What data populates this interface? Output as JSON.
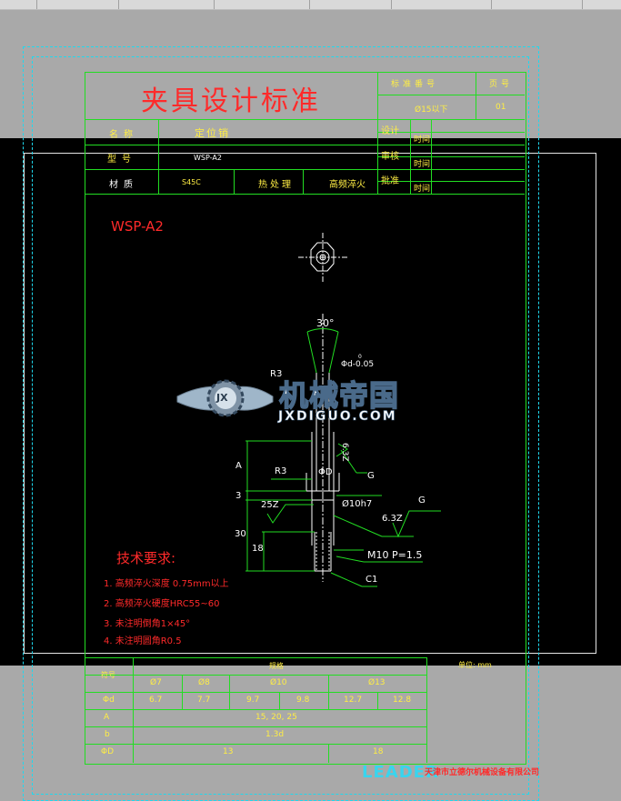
{
  "title": "夹具设计标准",
  "header": {
    "col1_label": "标准番号",
    "col2_label": "页号",
    "std_no": "Ø15以下",
    "page_no": "01",
    "name_label": "名称",
    "name_value": "定位销",
    "type_label": "型号",
    "type_value": "WSP-A2",
    "material_label": "材质",
    "material_value": "S45C",
    "heat_label": "热处理",
    "heat_value": "高频淬火",
    "design_label": "设计",
    "review_label": "审核",
    "approve_label": "批准",
    "time_label": "时间"
  },
  "part_label": "WSP-A2",
  "dims": {
    "angle": "30°",
    "dia_d": "Φd-0.05",
    "dia_d_upper": "0",
    "r_top": "R3",
    "r3": "R3",
    "phi_D": "ΦD",
    "dia10": "Ø10h7",
    "rough25": "25Z",
    "rough63": "6.3Z",
    "rough63b": "6.3Z",
    "g1": "G",
    "g2": "G",
    "m10": "M10 P=1.5",
    "c1": "C1",
    "a": "A",
    "b": "3",
    "d30": "30",
    "d18": "18"
  },
  "tech": {
    "title": "技术要求:",
    "items": [
      "1. 高频淬火深度 0.75mm以上",
      "2. 高频淬火硬度HRC55~60",
      "3. 未注明倒角1×45°",
      "4. 未注明圆角R0.5"
    ]
  },
  "unit_label": "单位: mm",
  "table": {
    "sym_label": "符号",
    "spec_label": "规格",
    "size_headers": [
      "Ø7",
      "Ø8",
      "Ø10",
      "Ø13"
    ],
    "rows": [
      {
        "label": "Φd",
        "cells": [
          "6.7",
          "7.7",
          "9.7",
          "9.8",
          "12.7",
          "12.8"
        ]
      },
      {
        "label": "A",
        "cells": [
          "15, 20, 25"
        ]
      },
      {
        "label": "b",
        "cells": [
          "1.3d"
        ]
      },
      {
        "label": "ΦD",
        "cells": [
          "13",
          "18"
        ]
      }
    ]
  },
  "watermark": {
    "main": "机械帝国",
    "sub": "JXDIGUO.COM",
    "badge": "JX"
  },
  "footer": {
    "brand": "LEADER",
    "company": "天津市立德尔机械设备有限公司"
  }
}
